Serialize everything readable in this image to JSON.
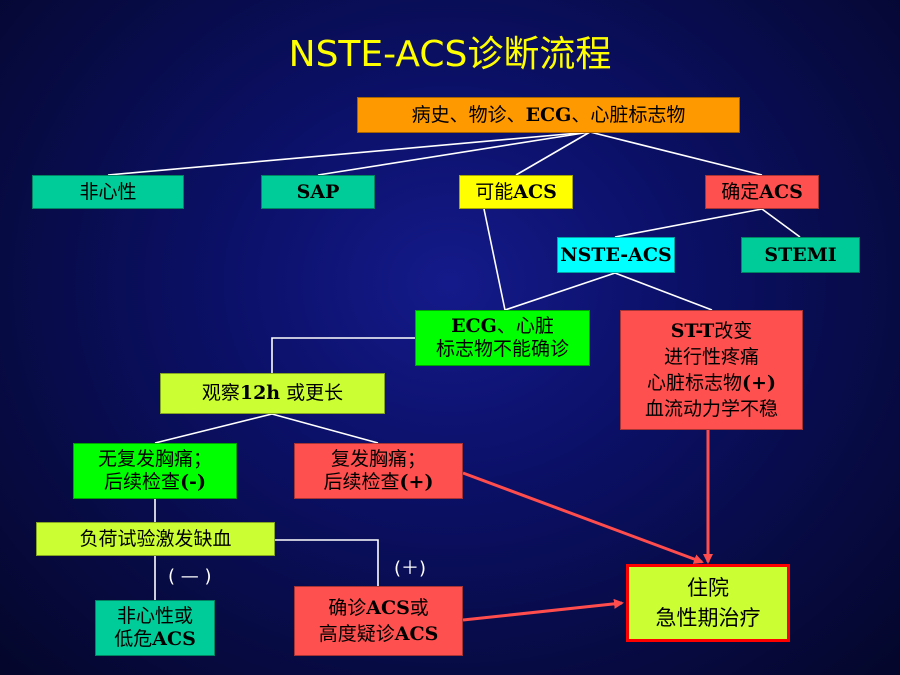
{
  "title": "NSTE-ACS诊断流程",
  "nodes": {
    "history": {
      "lines": [
        "病史、物诊、ECG、心脏标志物"
      ],
      "color": "#ff9900"
    },
    "noncardiac": {
      "lines": [
        "非心性"
      ],
      "color": "#00cc99"
    },
    "sap": {
      "lines": [
        "SAP"
      ],
      "color": "#00cc99"
    },
    "possible_acs": {
      "lines": [
        "可能ACS"
      ],
      "color": "#ffff00"
    },
    "confirmed_acs": {
      "lines": [
        "确定ACS"
      ],
      "color": "#ff5050"
    },
    "nste_acs": {
      "lines": [
        "NSTE-ACS"
      ],
      "color": "#00ffff"
    },
    "stemi": {
      "lines": [
        "STEMI"
      ],
      "color": "#00cc99"
    },
    "ecg_markers": {
      "lines": [
        "ECG、心脏",
        "标志物不能确诊"
      ],
      "color": "#00ff00"
    },
    "st_t": {
      "lines": [
        "ST-T改变",
        "进行性疼痛",
        "心脏标志物(+)",
        "血流动力学不稳"
      ],
      "color": "#ff5050"
    },
    "observe": {
      "lines": [
        "观察12h 或更长"
      ],
      "color": "#ccff33"
    },
    "no_recurrent": {
      "lines": [
        "无复发胸痛；",
        "后续检查(-)"
      ],
      "color": "#00ff00"
    },
    "recurrent": {
      "lines": [
        "复发胸痛；",
        "后续检查(+)"
      ],
      "color": "#ff5050"
    },
    "stress_test": {
      "lines": [
        "负荷试验激发缺血"
      ],
      "color": "#ccff33"
    },
    "low_risk": {
      "lines": [
        "非心性或",
        "低危ACS"
      ],
      "color": "#00cc99"
    },
    "diagnosed": {
      "lines": [
        "确诊ACS或",
        "高度疑诊ACS"
      ],
      "color": "#ff5050"
    },
    "hospital": {
      "lines": [
        "住院",
        "急性期治疗"
      ],
      "color": "#ccff33"
    }
  },
  "labels": {
    "negative": "( — )",
    "positive": "(＋)"
  },
  "colors": {
    "line": "#ffffff",
    "arrow": "#ff4d4d",
    "title": "#ffff00"
  }
}
